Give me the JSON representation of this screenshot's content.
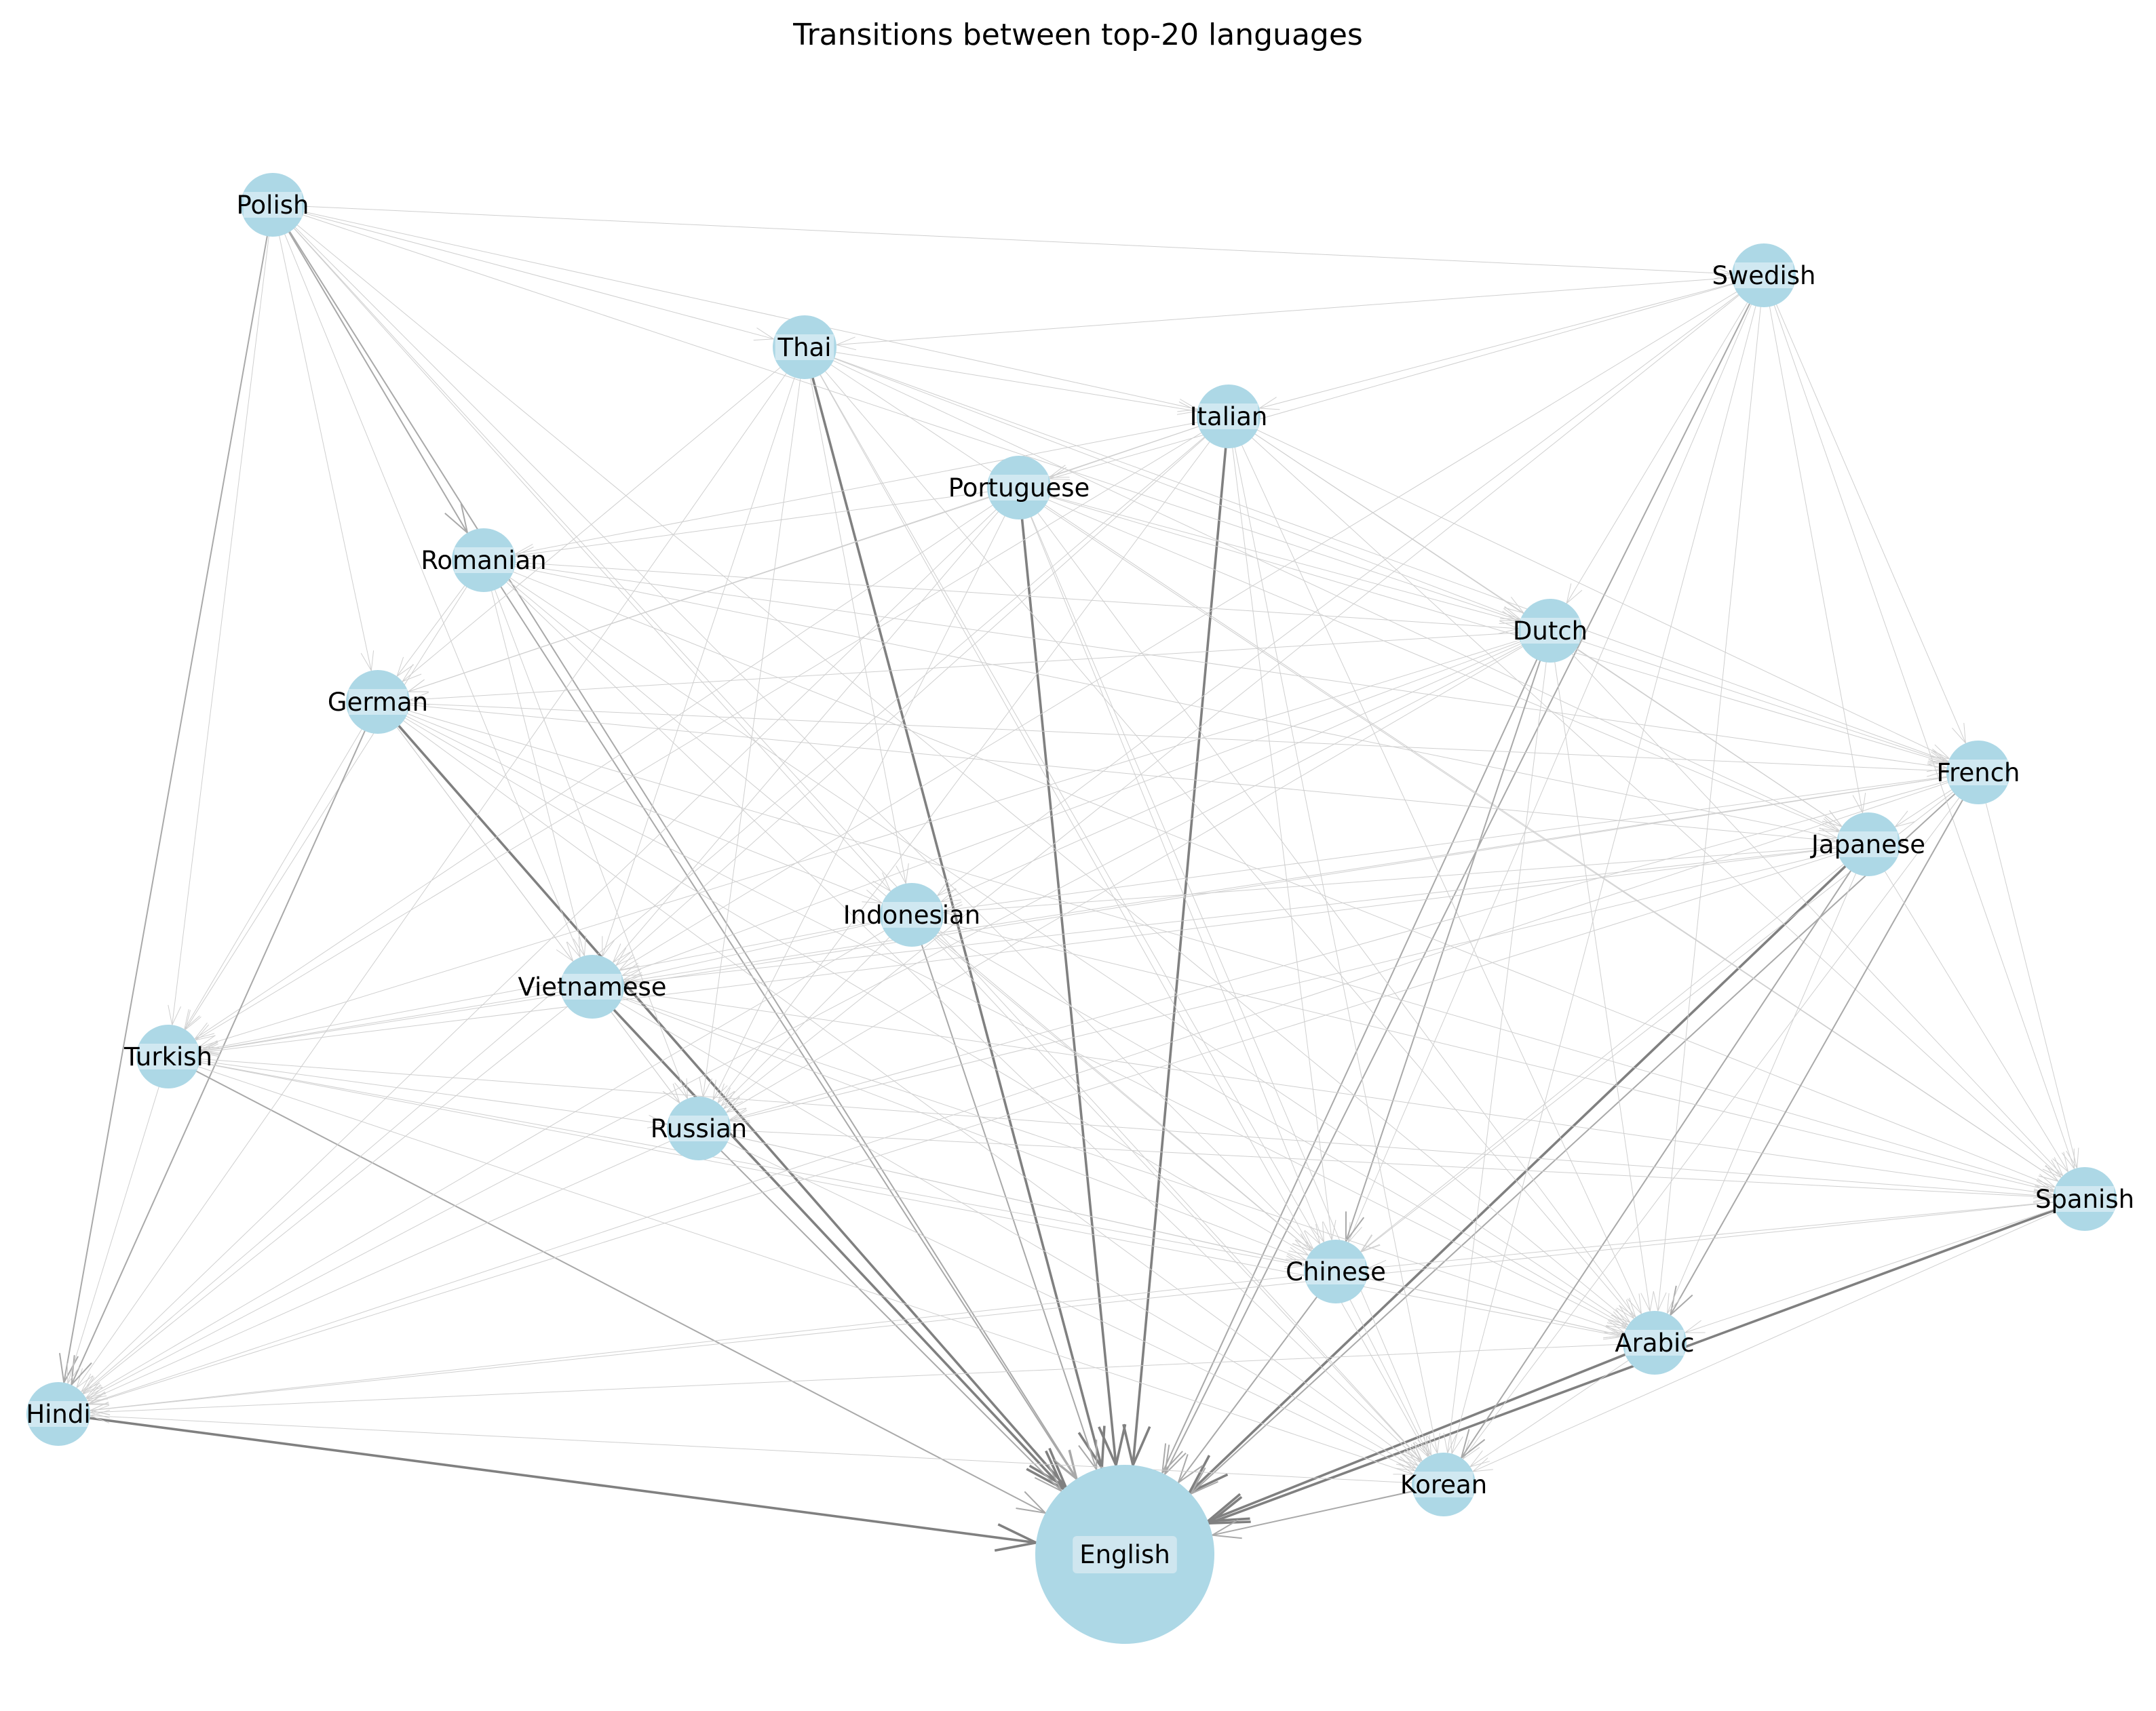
{
  "title": "Transitions between top-20 languages",
  "colors": {
    "node_fill": "#add8e6",
    "node_stripe": "#d6ebf2",
    "edge_light": "#cfcfcf",
    "edge_mid": "#a9a9a9",
    "edge_strong": "#808080",
    "label_box": "#d3e8f0",
    "background": "#ffffff"
  },
  "nodes": [
    {
      "id": "Polish",
      "label": "Polish"
    },
    {
      "id": "Swedish",
      "label": "Swedish"
    },
    {
      "id": "Thai",
      "label": "Thai"
    },
    {
      "id": "Italian",
      "label": "Italian"
    },
    {
      "id": "Portuguese",
      "label": "Portuguese"
    },
    {
      "id": "Romanian",
      "label": "Romanian"
    },
    {
      "id": "Dutch",
      "label": "Dutch"
    },
    {
      "id": "German",
      "label": "German"
    },
    {
      "id": "French",
      "label": "French"
    },
    {
      "id": "Japanese",
      "label": "Japanese"
    },
    {
      "id": "Indonesian",
      "label": "Indonesian"
    },
    {
      "id": "Vietnamese",
      "label": "Vietnamese"
    },
    {
      "id": "Turkish",
      "label": "Turkish"
    },
    {
      "id": "Russian",
      "label": "Russian"
    },
    {
      "id": "Spanish",
      "label": "Spanish"
    },
    {
      "id": "Chinese",
      "label": "Chinese"
    },
    {
      "id": "Arabic",
      "label": "Arabic"
    },
    {
      "id": "Hindi",
      "label": "Hindi"
    },
    {
      "id": "Korean",
      "label": "Korean"
    },
    {
      "id": "English",
      "label": "English",
      "hub": true
    }
  ],
  "edges": [
    {
      "source": "Thai",
      "target": "English",
      "weight": 3
    },
    {
      "source": "Portuguese",
      "target": "English",
      "weight": 3
    },
    {
      "source": "Italian",
      "target": "English",
      "weight": 3
    },
    {
      "source": "Romanian",
      "target": "English",
      "weight": 2
    },
    {
      "source": "German",
      "target": "English",
      "weight": 3
    },
    {
      "source": "Vietnamese",
      "target": "English",
      "weight": 3
    },
    {
      "source": "Hindi",
      "target": "English",
      "weight": 3
    },
    {
      "source": "Japanese",
      "target": "English",
      "weight": 3
    },
    {
      "source": "Arabic",
      "target": "English",
      "weight": 3
    },
    {
      "source": "Spanish",
      "target": "English",
      "weight": 3
    },
    {
      "source": "Swedish",
      "target": "English",
      "weight": 2
    },
    {
      "source": "Dutch",
      "target": "English",
      "weight": 2
    },
    {
      "source": "Turkish",
      "target": "English",
      "weight": 2
    },
    {
      "source": "Russian",
      "target": "English",
      "weight": 2
    },
    {
      "source": "Indonesian",
      "target": "English",
      "weight": 2
    },
    {
      "source": "Chinese",
      "target": "English",
      "weight": 2
    },
    {
      "source": "Korean",
      "target": "English",
      "weight": 2
    },
    {
      "source": "French",
      "target": "English",
      "weight": 2
    },
    {
      "source": "Polish",
      "target": "English",
      "weight": 2
    },
    {
      "source": "Polish",
      "target": "Swedish",
      "weight": 1
    },
    {
      "source": "Polish",
      "target": "Thai",
      "weight": 1
    },
    {
      "source": "Polish",
      "target": "Italian",
      "weight": 1
    },
    {
      "source": "Polish",
      "target": "German",
      "weight": 1
    },
    {
      "source": "Polish",
      "target": "Romanian",
      "weight": 2
    },
    {
      "source": "Polish",
      "target": "Hindi",
      "weight": 2
    },
    {
      "source": "Polish",
      "target": "Vietnamese",
      "weight": 1
    },
    {
      "source": "Polish",
      "target": "Dutch",
      "weight": 1
    },
    {
      "source": "Polish",
      "target": "Indonesian",
      "weight": 1
    },
    {
      "source": "Polish",
      "target": "Chinese",
      "weight": 1
    },
    {
      "source": "Polish",
      "target": "Arabic",
      "weight": 1
    },
    {
      "source": "Polish",
      "target": "Korean",
      "weight": 1
    },
    {
      "source": "Polish",
      "target": "Turkish",
      "weight": 1
    },
    {
      "source": "Swedish",
      "target": "Thai",
      "weight": 1
    },
    {
      "source": "Swedish",
      "target": "Italian",
      "weight": 1
    },
    {
      "source": "Swedish",
      "target": "Portuguese",
      "weight": 1
    },
    {
      "source": "Swedish",
      "target": "Dutch",
      "weight": 1
    },
    {
      "source": "Swedish",
      "target": "French",
      "weight": 1
    },
    {
      "source": "Swedish",
      "target": "Japanese",
      "weight": 1
    },
    {
      "source": "Swedish",
      "target": "Spanish",
      "weight": 1
    },
    {
      "source": "Swedish",
      "target": "Arabic",
      "weight": 1
    },
    {
      "source": "Swedish",
      "target": "Korean",
      "weight": 1
    },
    {
      "source": "Swedish",
      "target": "Chinese",
      "weight": 1
    },
    {
      "source": "Swedish",
      "target": "Indonesian",
      "weight": 1
    },
    {
      "source": "Swedish",
      "target": "Russian",
      "weight": 1
    },
    {
      "source": "Swedish",
      "target": "Vietnamese",
      "weight": 1
    },
    {
      "source": "Thai",
      "target": "Italian",
      "weight": 1
    },
    {
      "source": "Thai",
      "target": "Dutch",
      "weight": 1
    },
    {
      "source": "Thai",
      "target": "Japanese",
      "weight": 1
    },
    {
      "source": "Thai",
      "target": "French",
      "weight": 1
    },
    {
      "source": "Thai",
      "target": "Chinese",
      "weight": 1
    },
    {
      "source": "Thai",
      "target": "Korean",
      "weight": 1
    },
    {
      "source": "Thai",
      "target": "German",
      "weight": 1
    },
    {
      "source": "Thai",
      "target": "Vietnamese",
      "weight": 1
    },
    {
      "source": "Thai",
      "target": "Indonesian",
      "weight": 1
    },
    {
      "source": "Thai",
      "target": "Russian",
      "weight": 1
    },
    {
      "source": "Thai",
      "target": "Hindi",
      "weight": 1
    },
    {
      "source": "Thai",
      "target": "Arabic",
      "weight": 1
    },
    {
      "source": "Thai",
      "target": "Spanish",
      "weight": 1
    },
    {
      "source": "Italian",
      "target": "Portuguese",
      "weight": 1
    },
    {
      "source": "Italian",
      "target": "Romanian",
      "weight": 1
    },
    {
      "source": "Italian",
      "target": "German",
      "weight": 1
    },
    {
      "source": "Italian",
      "target": "Dutch",
      "weight": 1
    },
    {
      "source": "Italian",
      "target": "French",
      "weight": 1
    },
    {
      "source": "Italian",
      "target": "Spanish",
      "weight": 1
    },
    {
      "source": "Italian",
      "target": "Arabic",
      "weight": 1
    },
    {
      "source": "Italian",
      "target": "Korean",
      "weight": 1
    },
    {
      "source": "Italian",
      "target": "Chinese",
      "weight": 1
    },
    {
      "source": "Italian",
      "target": "Vietnamese",
      "weight": 1
    },
    {
      "source": "Italian",
      "target": "Turkish",
      "weight": 1
    },
    {
      "source": "Italian",
      "target": "Russian",
      "weight": 1
    },
    {
      "source": "Italian",
      "target": "Hindi",
      "weight": 1
    },
    {
      "source": "Italian",
      "target": "Japanese",
      "weight": 1
    },
    {
      "source": "Portuguese",
      "target": "Romanian",
      "weight": 1
    },
    {
      "source": "Portuguese",
      "target": "German",
      "weight": 1
    },
    {
      "source": "Portuguese",
      "target": "Dutch",
      "weight": 1
    },
    {
      "source": "Portuguese",
      "target": "French",
      "weight": 1
    },
    {
      "source": "Portuguese",
      "target": "Japanese",
      "weight": 1
    },
    {
      "source": "Portuguese",
      "target": "Spanish",
      "weight": 1
    },
    {
      "source": "Portuguese",
      "target": "Chinese",
      "weight": 1
    },
    {
      "source": "Portuguese",
      "target": "Korean",
      "weight": 1
    },
    {
      "source": "Portuguese",
      "target": "Arabic",
      "weight": 1
    },
    {
      "source": "Portuguese",
      "target": "Turkish",
      "weight": 1
    },
    {
      "source": "Portuguese",
      "target": "Vietnamese",
      "weight": 1
    },
    {
      "source": "Portuguese",
      "target": "Hindi",
      "weight": 1
    },
    {
      "source": "Portuguese",
      "target": "Russian",
      "weight": 1
    },
    {
      "source": "Romanian",
      "target": "German",
      "weight": 1
    },
    {
      "source": "Romanian",
      "target": "Dutch",
      "weight": 1
    },
    {
      "source": "Romanian",
      "target": "French",
      "weight": 1
    },
    {
      "source": "Romanian",
      "target": "Japanese",
      "weight": 1
    },
    {
      "source": "Romanian",
      "target": "Vietnamese",
      "weight": 1
    },
    {
      "source": "Romanian",
      "target": "Russian",
      "weight": 1
    },
    {
      "source": "Romanian",
      "target": "Turkish",
      "weight": 1
    },
    {
      "source": "Romanian",
      "target": "Arabic",
      "weight": 1
    },
    {
      "source": "Romanian",
      "target": "Korean",
      "weight": 1
    },
    {
      "source": "Romanian",
      "target": "Chinese",
      "weight": 1
    },
    {
      "source": "Romanian",
      "target": "Spanish",
      "weight": 1
    },
    {
      "source": "Dutch",
      "target": "German",
      "weight": 1
    },
    {
      "source": "Dutch",
      "target": "French",
      "weight": 1
    },
    {
      "source": "Dutch",
      "target": "Japanese",
      "weight": 1
    },
    {
      "source": "Dutch",
      "target": "Spanish",
      "weight": 1
    },
    {
      "source": "Dutch",
      "target": "Arabic",
      "weight": 1
    },
    {
      "source": "Dutch",
      "target": "Korean",
      "weight": 1
    },
    {
      "source": "Dutch",
      "target": "Chinese",
      "weight": 2
    },
    {
      "source": "Dutch",
      "target": "Indonesian",
      "weight": 1
    },
    {
      "source": "Dutch",
      "target": "Vietnamese",
      "weight": 1
    },
    {
      "source": "Dutch",
      "target": "Russian",
      "weight": 1
    },
    {
      "source": "Dutch",
      "target": "Turkish",
      "weight": 1
    },
    {
      "source": "Dutch",
      "target": "Hindi",
      "weight": 1
    },
    {
      "source": "German",
      "target": "French",
      "weight": 1
    },
    {
      "source": "German",
      "target": "Japanese",
      "weight": 1
    },
    {
      "source": "German",
      "target": "Spanish",
      "weight": 1
    },
    {
      "source": "German",
      "target": "Indonesian",
      "weight": 1
    },
    {
      "source": "German",
      "target": "Vietnamese",
      "weight": 1
    },
    {
      "source": "German",
      "target": "Turkish",
      "weight": 1
    },
    {
      "source": "German",
      "target": "Hindi",
      "weight": 2
    },
    {
      "source": "German",
      "target": "Chinese",
      "weight": 1
    },
    {
      "source": "German",
      "target": "Arabic",
      "weight": 1
    },
    {
      "source": "German",
      "target": "Korean",
      "weight": 1
    },
    {
      "source": "German",
      "target": "Russian",
      "weight": 1
    },
    {
      "source": "French",
      "target": "Japanese",
      "weight": 1
    },
    {
      "source": "French",
      "target": "Spanish",
      "weight": 1
    },
    {
      "source": "French",
      "target": "Arabic",
      "weight": 2
    },
    {
      "source": "French",
      "target": "Chinese",
      "weight": 1
    },
    {
      "source": "French",
      "target": "Korean",
      "weight": 1
    },
    {
      "source": "French",
      "target": "Vietnamese",
      "weight": 1
    },
    {
      "source": "French",
      "target": "Indonesian",
      "weight": 1
    },
    {
      "source": "French",
      "target": "Turkish",
      "weight": 1
    },
    {
      "source": "French",
      "target": "Russian",
      "weight": 1
    },
    {
      "source": "French",
      "target": "Hindi",
      "weight": 1
    },
    {
      "source": "Japanese",
      "target": "Chinese",
      "weight": 1
    },
    {
      "source": "Japanese",
      "target": "Korean",
      "weight": 2
    },
    {
      "source": "Japanese",
      "target": "Arabic",
      "weight": 1
    },
    {
      "source": "Japanese",
      "target": "Spanish",
      "weight": 1
    },
    {
      "source": "Japanese",
      "target": "Vietnamese",
      "weight": 1
    },
    {
      "source": "Japanese",
      "target": "Indonesian",
      "weight": 1
    },
    {
      "source": "Japanese",
      "target": "Turkish",
      "weight": 1
    },
    {
      "source": "Japanese",
      "target": "Russian",
      "weight": 1
    },
    {
      "source": "Japanese",
      "target": "Hindi",
      "weight": 1
    },
    {
      "source": "Indonesian",
      "target": "Vietnamese",
      "weight": 1
    },
    {
      "source": "Indonesian",
      "target": "Turkish",
      "weight": 1
    },
    {
      "source": "Indonesian",
      "target": "Russian",
      "weight": 1
    },
    {
      "source": "Indonesian",
      "target": "Hindi",
      "weight": 1
    },
    {
      "source": "Indonesian",
      "target": "Chinese",
      "weight": 1
    },
    {
      "source": "Indonesian",
      "target": "Arabic",
      "weight": 1
    },
    {
      "source": "Indonesian",
      "target": "Korean",
      "weight": 1
    },
    {
      "source": "Indonesian",
      "target": "Spanish",
      "weight": 1
    },
    {
      "source": "Vietnamese",
      "target": "Turkish",
      "weight": 1
    },
    {
      "source": "Vietnamese",
      "target": "Russian",
      "weight": 1
    },
    {
      "source": "Vietnamese",
      "target": "Hindi",
      "weight": 1
    },
    {
      "source": "Vietnamese",
      "target": "Chinese",
      "weight": 1
    },
    {
      "source": "Vietnamese",
      "target": "Korean",
      "weight": 1
    },
    {
      "source": "Vietnamese",
      "target": "Arabic",
      "weight": 1
    },
    {
      "source": "Vietnamese",
      "target": "Spanish",
      "weight": 1
    },
    {
      "source": "Turkish",
      "target": "Russian",
      "weight": 1
    },
    {
      "source": "Turkish",
      "target": "Hindi",
      "weight": 1
    },
    {
      "source": "Turkish",
      "target": "Chinese",
      "weight": 1
    },
    {
      "source": "Turkish",
      "target": "Arabic",
      "weight": 1
    },
    {
      "source": "Turkish",
      "target": "Spanish",
      "weight": 1
    },
    {
      "source": "Turkish",
      "target": "Korean",
      "weight": 1
    },
    {
      "source": "Russian",
      "target": "Hindi",
      "weight": 1
    },
    {
      "source": "Russian",
      "target": "Chinese",
      "weight": 1
    },
    {
      "source": "Russian",
      "target": "Arabic",
      "weight": 1
    },
    {
      "source": "Russian",
      "target": "Korean",
      "weight": 1
    },
    {
      "source": "Russian",
      "target": "Spanish",
      "weight": 1
    },
    {
      "source": "Spanish",
      "target": "Chinese",
      "weight": 1
    },
    {
      "source": "Spanish",
      "target": "Arabic",
      "weight": 1
    },
    {
      "source": "Spanish",
      "target": "Korean",
      "weight": 1
    },
    {
      "source": "Spanish",
      "target": "Hindi",
      "weight": 1
    },
    {
      "source": "Chinese",
      "target": "Arabic",
      "weight": 1
    },
    {
      "source": "Chinese",
      "target": "Korean",
      "weight": 1
    },
    {
      "source": "Chinese",
      "target": "Hindi",
      "weight": 1
    },
    {
      "source": "Arabic",
      "target": "Korean",
      "weight": 1
    },
    {
      "source": "Arabic",
      "target": "Hindi",
      "weight": 1
    },
    {
      "source": "Korean",
      "target": "Hindi",
      "weight": 1
    }
  ]
}
